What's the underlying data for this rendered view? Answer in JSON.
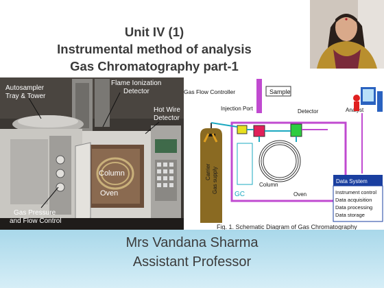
{
  "slide": {
    "title_lines": [
      "Unit IV (1)",
      "Instrumental method of analysis",
      "Gas Chromatography part-1"
    ],
    "presenter_name": "Mrs Vandana Sharma",
    "presenter_role": "Assistant Professor"
  },
  "photo_labels": {
    "autosampler": [
      "Autosampler",
      "Tray & Tower"
    ],
    "fid": [
      "Flame Ionization",
      "Detector"
    ],
    "hot_wire": [
      "Hot Wire",
      "Detector"
    ],
    "column": "Column",
    "oven": "Oven",
    "gas_pressure": [
      "Gas Pressure",
      "and Flow Control"
    ]
  },
  "diagram": {
    "gas_flow_controller": "Gas Flow Controller",
    "sample": "Sample",
    "injection_port": "Injection Port",
    "detector": "Detector",
    "analyst": "Analyst",
    "carrier_gas": [
      "Carrier",
      "Gas supply"
    ],
    "gc": "GC",
    "column": "Column",
    "oven": "Oven",
    "data_system": "Data System",
    "data_items": [
      "Instrument control",
      "Data acquisition",
      "Data processing",
      "Data storage"
    ],
    "caption": "Fig. 1. Schematic Diagram of Gas Chromatography"
  },
  "colors": {
    "title_text": "#3a3a3a",
    "footer_top": "#a9d8ea",
    "footer_bottom": "#d6eef7",
    "oven_frame": "#c04ad0",
    "gas_cylinder": "#8a6a22",
    "detector_box": "#2ecc40",
    "injection_box": "#e0205a",
    "flow_box": "#e8e020",
    "data_system_box": "#1a3fa0"
  }
}
